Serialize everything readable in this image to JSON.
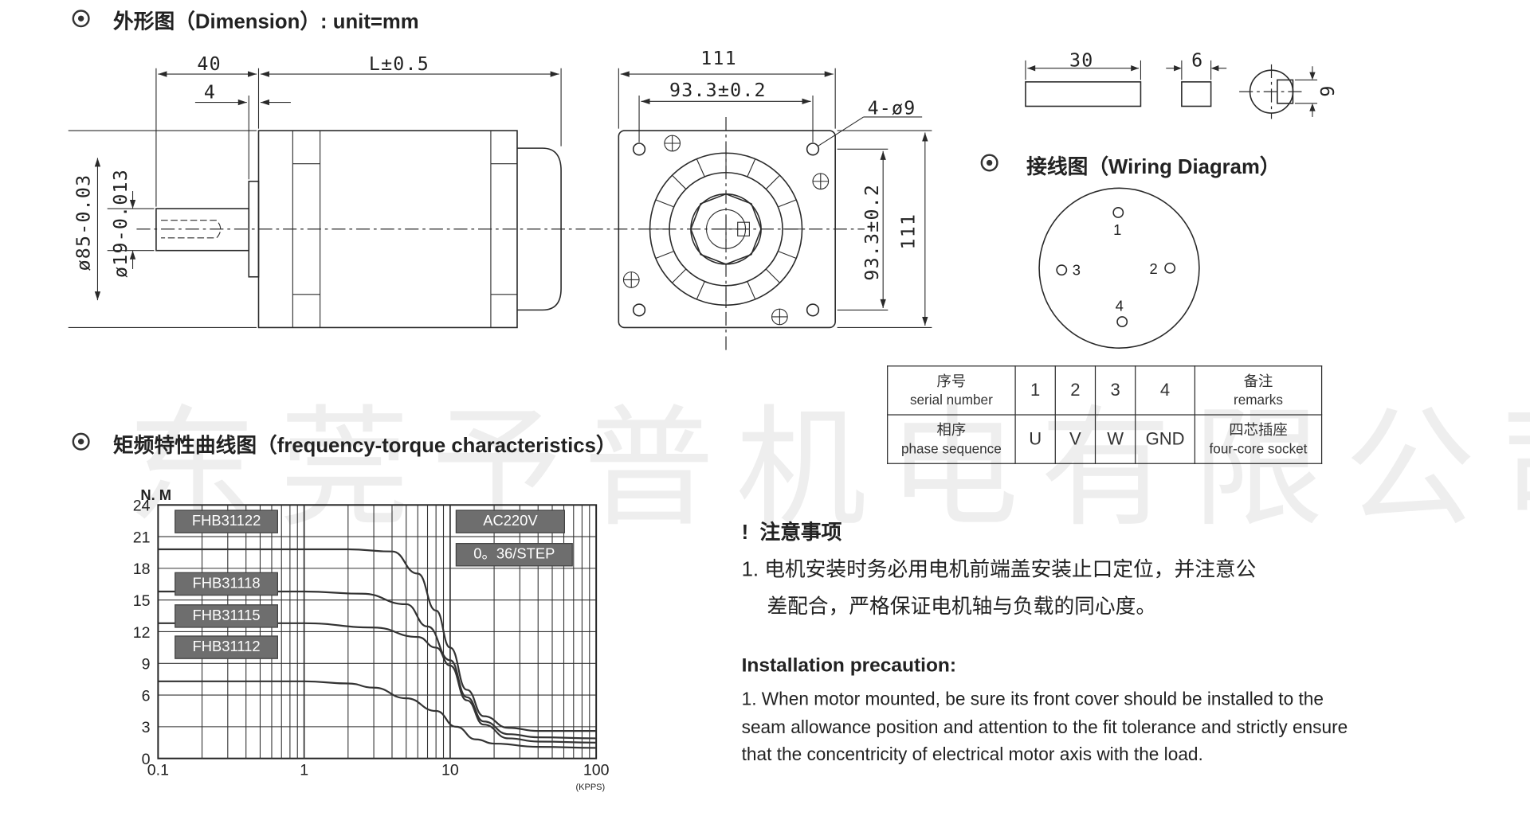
{
  "sections": {
    "dimension": "外形图（Dimension）: unit=mm",
    "wiring": "接线图（Wiring Diagram）",
    "torque": "矩频特性曲线图（frequency-torque characteristics）"
  },
  "dimensions": {
    "side_shaft_len": "40",
    "side_flange_gap": "4",
    "side_body_len": "L±0.5",
    "side_body_dia": "ø85-0.03",
    "side_shaft_dia": "ø19-0.013",
    "front_width": "111",
    "front_hole_pitch": "93.3±0.2",
    "front_holes": "4-ø9",
    "front_height": "111",
    "front_hole_pitch_v": "93.3±0.2",
    "key_len": "30",
    "key_width": "6",
    "key_height": "6"
  },
  "wiring": {
    "pins": [
      "1",
      "2",
      "3",
      "4"
    ],
    "table": {
      "row1_cn": "序号",
      "row1_en": "serial number",
      "row2_cn": "相序",
      "row2_en": "phase sequence",
      "numbers": [
        "1",
        "2",
        "3",
        "4"
      ],
      "phases": [
        "U",
        "V",
        "W",
        "GND"
      ],
      "remarks_cn": "备注",
      "remarks_en": "remarks",
      "socket_cn": "四芯插座",
      "socket_en": "four-core socket"
    }
  },
  "watermark": "东莞予普机电有限公司",
  "notes": {
    "title": "注意事项",
    "mark": "!",
    "cn_line1": "1. 电机安装时务必用电机前端盖安装止口定位，并注意公",
    "cn_line2": "差配合，严格保证电机轴与负载的同心度。",
    "en_title": "Installation precaution:",
    "en_text": "1. When motor mounted, be sure its front cover should be installed to the seam allowance position and attention to the fit tolerance and strictly ensure that the concentricity of electrical motor axis with the load."
  },
  "chart_data": {
    "type": "line",
    "ylabel": "N. M",
    "xunit": "(KPPS)",
    "x_scale": "log",
    "xlim": [
      0.1,
      100
    ],
    "ylim": [
      0,
      24
    ],
    "xticks": [
      "0.1",
      "1",
      "10",
      "100"
    ],
    "yticks": [
      "0",
      "3",
      "6",
      "9",
      "12",
      "15",
      "18",
      "21",
      "24"
    ],
    "boxes": [
      "AC220V",
      "0。36/STEP"
    ],
    "series": [
      {
        "name": "FHB31122",
        "x": [
          0.1,
          2,
          4,
          6,
          8,
          10,
          13,
          17,
          25,
          40,
          100
        ],
        "y": [
          19.8,
          19.8,
          19.6,
          17.5,
          14,
          10.5,
          6.5,
          4.0,
          2.9,
          2.6,
          2.6
        ]
      },
      {
        "name": "FHB31118",
        "x": [
          0.1,
          1,
          2.5,
          5,
          7,
          10,
          13,
          17,
          25,
          40,
          100
        ],
        "y": [
          15.8,
          15.8,
          15.6,
          14.6,
          12.5,
          9.3,
          5.8,
          3.5,
          2.3,
          2.0,
          1.9
        ]
      },
      {
        "name": "FHB31115",
        "x": [
          0.1,
          1,
          3,
          6,
          8,
          10,
          13,
          17,
          25,
          40,
          100
        ],
        "y": [
          12.8,
          12.8,
          12.4,
          11.5,
          10.5,
          8.8,
          5.5,
          3.2,
          1.9,
          1.6,
          1.5
        ]
      },
      {
        "name": "FHB31112",
        "x": [
          0.1,
          1,
          2,
          3,
          5,
          8,
          11,
          15,
          20,
          40,
          100
        ],
        "y": [
          7.3,
          7.3,
          7.1,
          6.7,
          5.7,
          4.5,
          3.0,
          1.8,
          1.4,
          1.1,
          1.0
        ]
      }
    ]
  }
}
